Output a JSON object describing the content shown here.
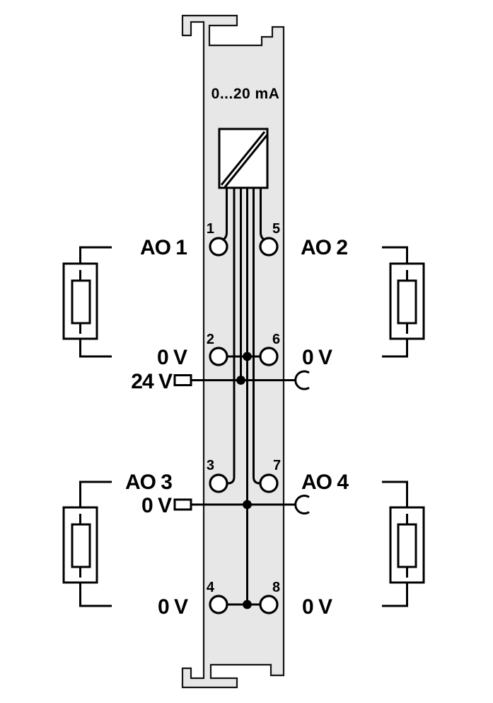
{
  "module": {
    "type_label": "0...20 mA",
    "body_fill": "#e7e7e7",
    "outline_color": "#141414",
    "wire_color": "#000000",
    "terminal_fill": "#ffffff"
  },
  "terminals": {
    "n1": "1",
    "n2": "2",
    "n3": "3",
    "n4": "4",
    "n5": "5",
    "n6": "6",
    "n7": "7",
    "n8": "8"
  },
  "labels": {
    "left": {
      "row1": "AO 1",
      "row2": "0 V",
      "row2_supply": "24 V",
      "row3": "AO 3",
      "row3_supply": "0 V",
      "row4": "0 V"
    },
    "right": {
      "row1": "AO 2",
      "row2": "0 V",
      "row3": "AO 4",
      "row4": "0 V"
    }
  },
  "symbols": {
    "converter": "digital-to-analog-converter-icon",
    "load_top_left": "load-resistor-icon",
    "load_top_right": "load-resistor-icon",
    "load_bottom_left": "load-resistor-icon",
    "load_bottom_right": "load-resistor-icon",
    "plug_24v": "plug-contact-icon",
    "plug_0v": "plug-contact-icon",
    "socket_24v": "socket-contact-icon",
    "socket_0v": "socket-contact-icon",
    "junctions": "junction-dot"
  }
}
